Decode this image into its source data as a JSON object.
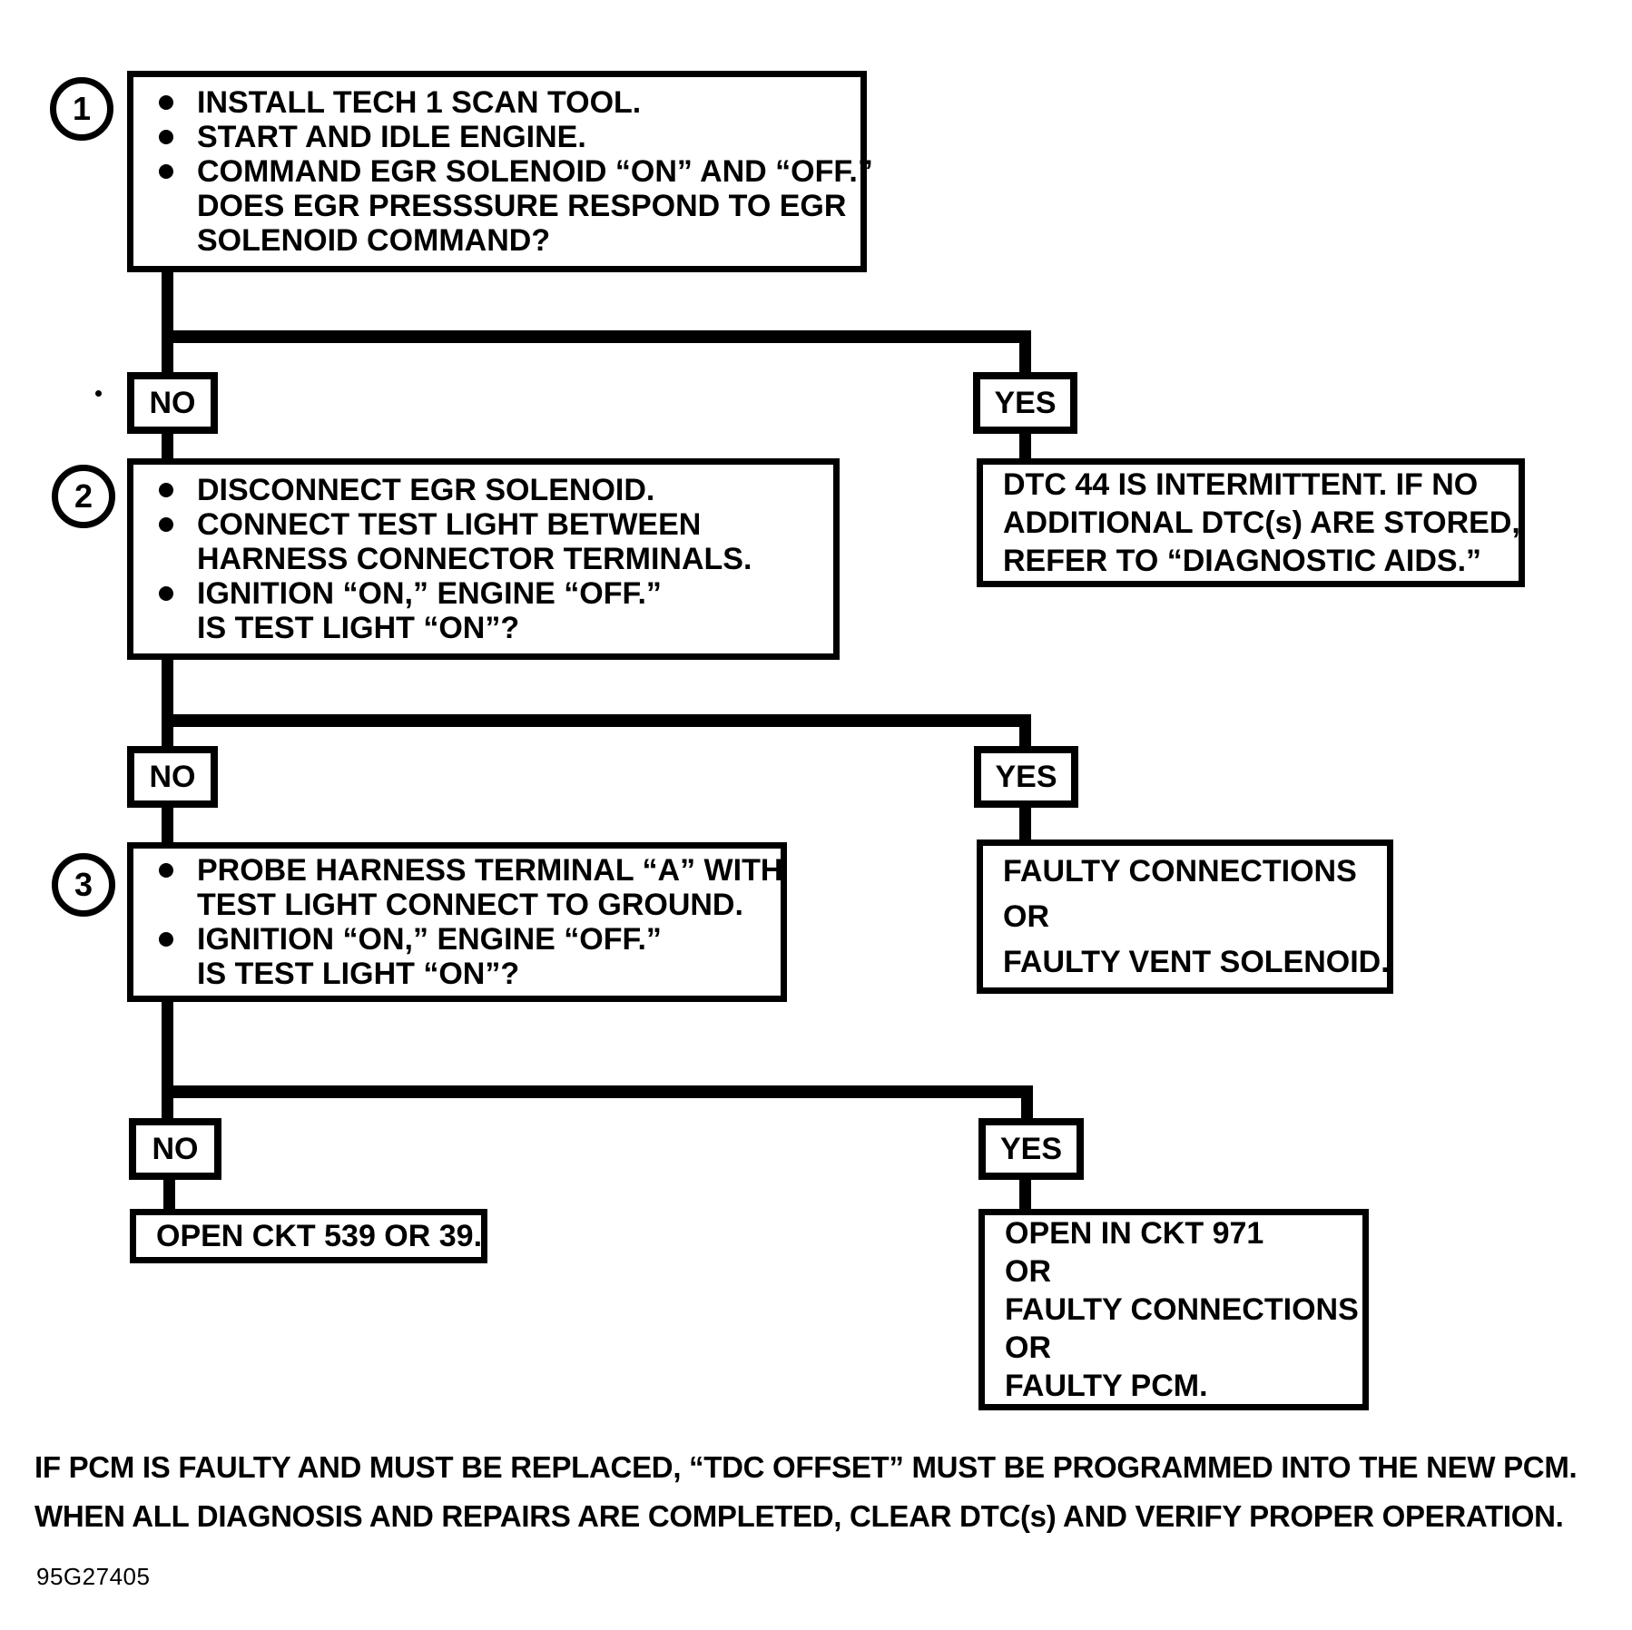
{
  "colors": {
    "ink": "#000000",
    "paper": "#ffffff"
  },
  "labels": {
    "no": "NO",
    "yes": "YES"
  },
  "steps": {
    "step1": {
      "number": "1",
      "lines": [
        "INSTALL TECH 1 SCAN TOOL.",
        "START AND IDLE ENGINE.",
        "COMMAND EGR SOLENOID “ON” AND “OFF.”",
        "DOES EGR PRESSSURE RESPOND TO EGR",
        "SOLENOID COMMAND?"
      ]
    },
    "step2": {
      "number": "2",
      "lines": [
        "DISCONNECT EGR SOLENOID.",
        "CONNECT TEST LIGHT BETWEEN",
        "HARNESS CONNECTOR TERMINALS.",
        "IGNITION “ON,” ENGINE “OFF.”",
        "IS TEST LIGHT “ON”?"
      ]
    },
    "step3": {
      "number": "3",
      "lines": [
        "PROBE HARNESS TERMINAL “A” WITH",
        "TEST LIGHT CONNECT TO GROUND.",
        "IGNITION “ON,” ENGINE “OFF.”",
        "IS TEST LIGHT “ON”?"
      ]
    }
  },
  "results": {
    "intermittent": {
      "lines": [
        "DTC 44 IS INTERMITTENT. IF NO",
        "ADDITIONAL DTC(s) ARE STORED,",
        "REFER TO “DIAGNOSTIC AIDS.”"
      ]
    },
    "faulty_vent": {
      "lines": [
        "FAULTY CONNECTIONS",
        "OR",
        "FAULTY VENT SOLENOID."
      ]
    },
    "open_ckt": {
      "lines": [
        "OPEN CKT 539 OR 39."
      ]
    },
    "open_971": {
      "lines": [
        "OPEN IN CKT 971",
        "OR",
        "FAULTY CONNECTIONS",
        "OR",
        "FAULTY PCM."
      ]
    }
  },
  "footer": {
    "line1": "IF PCM IS FAULTY AND MUST BE REPLACED, “TDC OFFSET” MUST BE PROGRAMMED INTO THE NEW PCM.",
    "line2": "WHEN ALL DIAGNOSIS AND REPAIRS ARE COMPLETED, CLEAR DTC(s) AND VERIFY PROPER OPERATION.",
    "figure_id": "95G27405"
  }
}
